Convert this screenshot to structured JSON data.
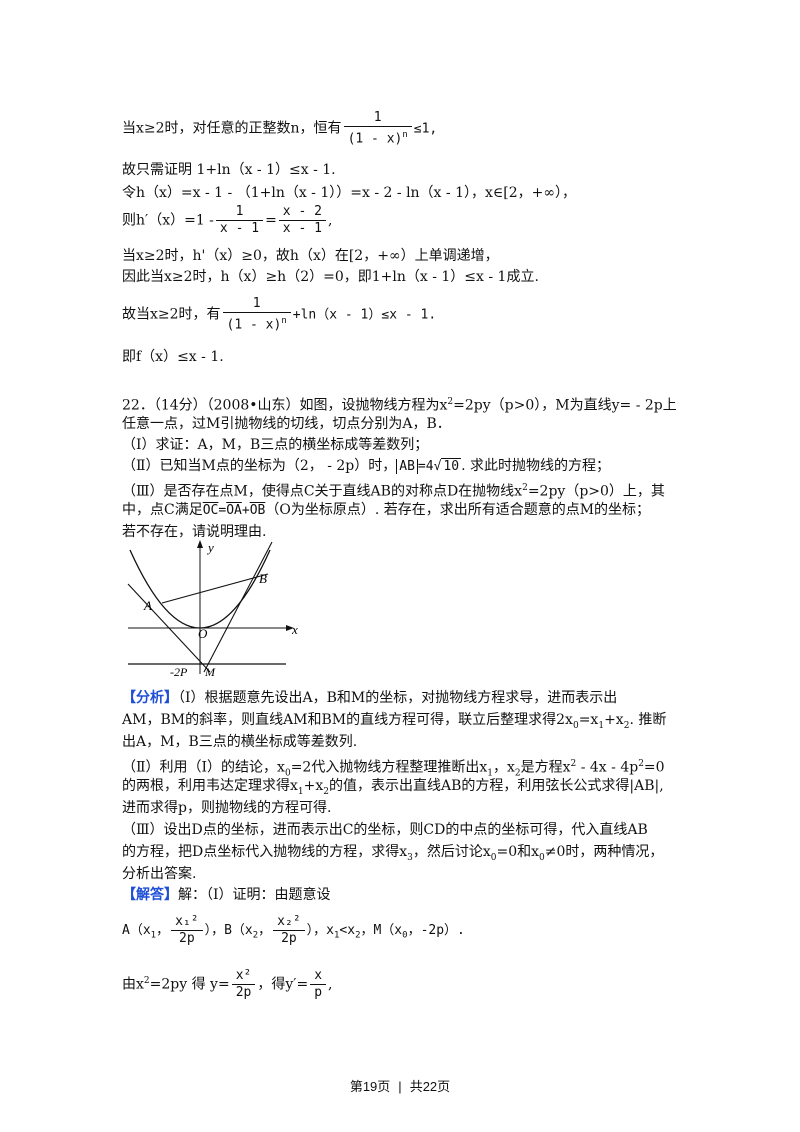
{
  "lines": {
    "l1_a": "当x≥2时，对任意的正整数n，恒有",
    "l1_num": "1",
    "l1_den": "(1 - x)",
    "l1_exp": "n",
    "l1_rel": "≤1,",
    "l2": "故只需证明 1+ln（x - 1）≤x - 1.",
    "l3": "令h（x）=x - 1 - （1+ln（x - 1））=x - 2 - ln（x - 1），x∈[2，+∞），",
    "l4_a": "则h′（x）=1 -",
    "l4_num1": "1",
    "l4_den1": "x - 1",
    "l4_eq": "=",
    "l4_num2": "x - 2",
    "l4_den2": "x - 1",
    "l4_end": ",",
    "l5": "当x≥2时，h'（x）≥0，故h（x）在[2，+∞）上单调递增，",
    "l6": "因此当x≥2时，h（x）≥h（2）=0，即1+ln（x - 1）≤x - 1成立.",
    "l7_a": "故当x≥2时，有",
    "l7_num": "1",
    "l7_den": "(1 - x)",
    "l7_exp": "n",
    "l7_b": "+ln（x - 1）≤x - 1.",
    "l8": "即f（x）≤x - 1.",
    "q_a": "22．（14分）（2008•山东）如图，设抛物线方程为x",
    "q_sup": "2",
    "q_b": "=2py（p>0），M为直线y= - 2p上",
    "q2": "任意一点，过M引抛物线的切线，切点分别为A，B．",
    "q3": "（Ⅰ）求证：A，M，B三点的横坐标成等差数列；",
    "q4_a": "（Ⅱ）已知当M点的坐标为（2， - 2p）时，",
    "q4_ab": "AB",
    "q4_eq": "=4",
    "q4_sq": "10",
    "q4_b": ". 求此时抛物线的方程；",
    "q5_a": "（Ⅲ）是否存在点M，使得点C关于直线AB的对称点D在抛物线x",
    "q5_sup": "2",
    "q5_b": "=2py（p>0）上，其",
    "q6_a": "中，点C满足",
    "q6_oc": "OC",
    "q6_eq": "=",
    "q6_oa": "OA",
    "q6_plus": "+",
    "q6_ob": "OB",
    "q6_b": "（O为坐标原点）. 若存在，求出所有适合题意的点M的坐标；",
    "q7": "若不存在，请说明理由.",
    "fx_tag": "【分析】",
    "fx1_a": "（Ⅰ）根据题意先设出A，B和M的坐标，对抛物线方程求导，进而表示出",
    "fx2_a": "AM，BM的斜率，则直线AM和BM的直线方程可得，联立后整理求得2x",
    "fx2_s0": "0",
    "fx2_b": "=x",
    "fx2_s1": "1",
    "fx2_c": "+x",
    "fx2_s2": "2",
    "fx2_d": ". 推断",
    "fx3": "出A，M，B三点的横坐标成等差数列.",
    "fx4_a": "（Ⅱ）利用（Ⅰ）的结论，x",
    "fx4_s0": "0",
    "fx4_b": "=2代入抛物线方程整理推断出x",
    "fx4_s1": "1",
    "fx4_c": "，x",
    "fx4_s2": "2",
    "fx4_d": "是方程x",
    "fx4_e": "2",
    "fx4_f": " - 4x - 4p",
    "fx4_g": "2",
    "fx4_h": "=0",
    "fx5_a": "的两根，利用韦达定理求得x",
    "fx5_s1": "1",
    "fx5_b": "+x",
    "fx5_s2": "2",
    "fx5_c": "的值，表示出直线AB的方程，利用弦长公式求得|AB|,",
    "fx6": "进而求得p，则抛物线的方程可得.",
    "fx7": "（Ⅲ）设出D点的坐标，进而表示出C的坐标，则CD的中点的坐标可得，代入直线AB",
    "fx8_a": "的方程，把D点坐标代入抛物线的方程，求得x",
    "fx8_s3": "3",
    "fx8_b": "，然后讨论x",
    "fx8_s0a": "0",
    "fx8_c": "=0和x",
    "fx8_s0b": "0",
    "fx8_d": "≠0时，两种情况，",
    "fx9": "分析出答案.",
    "jd_tag": "【解答】",
    "jd1": "解：（Ⅰ）证明：由题意设",
    "pt_a": "A（x",
    "pt_a1": "1",
    "pt_anum": "x₁²",
    "pt_aden": "2p",
    "pt_b": "），B（x",
    "pt_b1": "2",
    "pt_bnum": "x₂²",
    "pt_bden": "2p",
    "pt_c": "），x",
    "pt_c1": "1",
    "pt_lt": "<x",
    "pt_c2": "2",
    "pt_m": "，M（x",
    "pt_m0": "0",
    "pt_mend": "，-2p）.",
    "last_a": "由x",
    "last_sup": "2",
    "last_b": "=2py 得 y=",
    "last_num": "x²",
    "last_den": "2p",
    "last_c": "，得y′=",
    "last_num2": "x",
    "last_den2": "p",
    "last_d": ","
  },
  "figure": {
    "label_y": "y",
    "label_x": "x",
    "label_A": "A",
    "label_B": "B",
    "label_O": "O",
    "label_M": "M",
    "label_2p": "-2P"
  },
  "footer": {
    "page": "第19页",
    "sep": "|",
    "total": "共22页"
  }
}
